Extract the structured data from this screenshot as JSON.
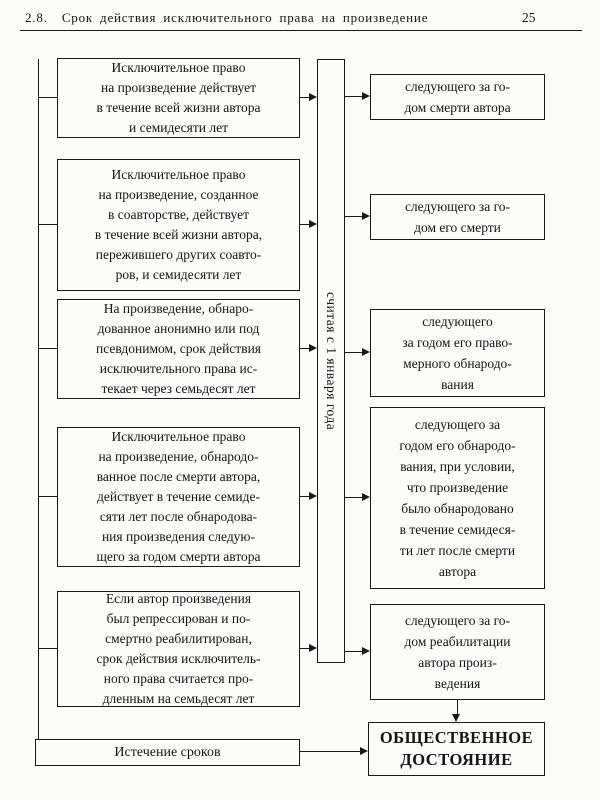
{
  "header": {
    "section": "2.8.",
    "title": "Срок действия исключительного права на произведение",
    "page_number": "25"
  },
  "diagram": {
    "center_label": "считая с 1 января года",
    "rows": [
      {
        "left": "Исключительное право\nна произведение действует\nв течение всей жизни автора\nи семидесяти лет",
        "right": "следующего за го-\nдом смерти автора"
      },
      {
        "left": "Исключительное право\nна произведение, созданное\nв соавторстве, действует\nв течение всей жизни автора,\nпережившего других соавто-\nров, и семидесяти лет",
        "right": "следующего за го-\nдом его смерти"
      },
      {
        "left": "На произведение, обнаро-\nдованное анонимно или под\nпсевдонимом, срок действия\nисключительного права ис-\nтекает через семьдесят лет",
        "right": "следующего\nза годом его право-\nмерного обнародо-\nвания"
      },
      {
        "left": "Исключительное право\nна произведение, обнародо-\nванное после смерти автора,\nдействует в течение семиде-\nсяти лет после обнародова-\nния произведения следую-\nщего за годом смерти автора",
        "right": "следующего за\nгодом его обнародо-\nвания, при условии,\nчто произведение\nбыло обнародовано\nв течение семидеся-\nти лет после смерти\nавтора"
      },
      {
        "left": "Если автор произведения\nбыл репрессирован и по-\nсмертно реабилитирован,\nсрок действия исключитель-\nного права считается про-\nдленным на семьдесят лет",
        "right": "следующего за го-\nдом реабилитации\nавтора произ-\nведения"
      }
    ],
    "expiry_label": "Истечение сроков",
    "public_domain_label": "ОБЩЕСТВЕННОЕ\nДОСТОЯНИЕ"
  }
}
